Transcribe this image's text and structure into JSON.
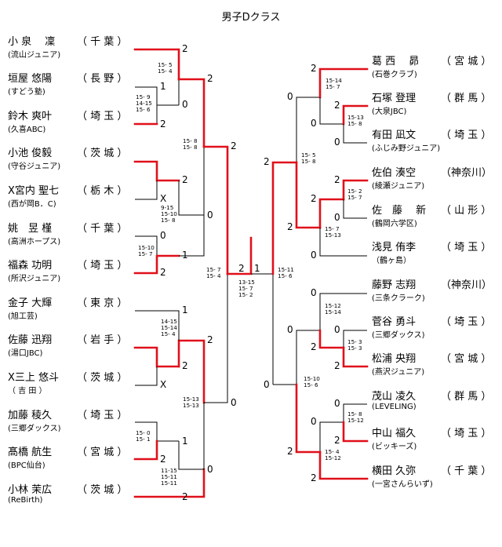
{
  "title": "男子Dクラス",
  "left_players": [
    {
      "name": "小 泉　 凜",
      "pref": "（ 千 葉 ）",
      "club": "(流山ジュニア)"
    },
    {
      "name": "垣屋 悠陽",
      "pref": "（ 長 野 ）",
      "club": "(すどう塾)"
    },
    {
      "name": "鈴木 爽叶",
      "pref": "（ 埼 玉 ）",
      "club": "(久喜ABC)"
    },
    {
      "name": "小池 俊毅",
      "pref": "（ 茨 城 ）",
      "club": "(守谷ジュニア)"
    },
    {
      "name": "X宮内 聖七",
      "pref": "（ 栃 木 ）",
      "club": "(西が岡B．C)"
    },
    {
      "name": "姚　昱 槿",
      "pref": "（ 千 葉 ）",
      "club": "(高洲ホープス)"
    },
    {
      "name": "福森 功明",
      "pref": "（ 埼 玉 ）",
      "club": "(所沢ジュニア)"
    },
    {
      "name": "金子 大輝",
      "pref": "（ 東 京 ）",
      "club": "(旭工芸)"
    },
    {
      "name": "佐藤 迅翔",
      "pref": "（ 岩 手 ）",
      "club": "(湯口JBC)"
    },
    {
      "name": "X三上 悠斗",
      "pref": "（ 茨 城 ）",
      "club": "（ 吉 田 ）"
    },
    {
      "name": "加藤 稜久",
      "pref": "（ 埼 玉 ）",
      "club": "(三郷ダックス)"
    },
    {
      "name": "髙橋 航生",
      "pref": "（ 宮 城 ）",
      "club": "(BPC仙台)"
    },
    {
      "name": "小林 茉広",
      "pref": "（ 茨 城 ）",
      "club": "(ReBirth)"
    }
  ],
  "right_players": [
    {
      "name": "葛 西　 昴",
      "pref": "（ 宮 城 ）",
      "club": "(石巻クラブ)"
    },
    {
      "name": "石塚 登理",
      "pref": "（ 群 馬 ）",
      "club": "(大泉JBC)"
    },
    {
      "name": "有田 凪文",
      "pref": "（ 埼 玉 ）",
      "club": "(ふじみ野ジュニア)"
    },
    {
      "name": "佐伯 湊空",
      "pref": "（神奈川）",
      "club": "(綾瀬ジュニア)"
    },
    {
      "name": "佐　藤　 新",
      "pref": "（ 山 形 ）",
      "club": "(鶴岡六学区)"
    },
    {
      "name": "浅見 侑李",
      "pref": "（ 埼 玉 ）",
      "club": "（鶴ヶ島）"
    },
    {
      "name": "藤野 志翔",
      "pref": "（神奈川）",
      "club": "(三条クラーク)"
    },
    {
      "name": "菅谷 勇斗",
      "pref": "（ 埼 玉 ）",
      "club": "(三郷ダックス)"
    },
    {
      "name": "松浦 央翔",
      "pref": "（ 宮 城 ）",
      "club": "(燕沢ジュニア)"
    },
    {
      "name": "茂山 凌久",
      "pref": "（ 群 馬 ）",
      "club": "(LEVELING)"
    },
    {
      "name": "中山 福久",
      "pref": "（ 埼 玉 ）",
      "club": "(ビッキーズ)"
    },
    {
      "name": "横田 久弥",
      "pref": "（ 千 葉 ）",
      "club": "(一宮さんらいず)"
    }
  ],
  "results": {
    "L1": "2",
    "L2_1": "1",
    "L2_2": "2",
    "L3_1": "0",
    "L3_2": "2",
    "L4": "2",
    "L5_1": "X",
    "L5_2": "2",
    "L6_1": "0",
    "L6_2": "0",
    "L7": "1",
    "L7_2": "2",
    "L8": "1",
    "L9": "2",
    "L9_2": "2",
    "L10": "X",
    "L11": "2",
    "L11_2": "1",
    "L12": "2",
    "L12_2": "0",
    "L13": "2",
    "LQ": "0",
    "LSF1": "2",
    "LSF2": "0",
    "LF": "2",
    "RF": "1",
    "RSF1": "2",
    "RSF2": "0",
    "R1": "2",
    "R2": "0",
    "R3": "2",
    "R4": "0",
    "R5": "2",
    "R6": "0",
    "R7": "2",
    "R8": "0",
    "R9": "2",
    "R10": "0",
    "R11": "0",
    "R12": "2",
    "R13": "0",
    "R14": "2",
    "R15": "0",
    "R16": "2",
    "R17": "0",
    "R18": "2",
    "R19": "0",
    "R20": "2",
    "R21": "2",
    "R22": "0",
    "R23": "2"
  },
  "scores": {
    "m1": "15- 5\n15- 4",
    "m2": "15- 9\n14-15\n15- 6",
    "m3": "15- 8\n15- 8",
    "m4": "9-15\n15-10\n15- 8",
    "m5": "15-10\n15- 7",
    "m6": "15- 7\n15- 4",
    "m7": "14-15\n15-14\n15- 4",
    "m8": "15-13\n15-13",
    "m9": "15- 0\n15- 1",
    "m10": "11-15\n15-11\n15-11",
    "final": "13-15\n15- 7\n15- 2",
    "r1": "15-14\n15- 7",
    "r2": "15-13\n15- 8",
    "r3": "15- 5\n15- 8",
    "r4": "15- 2\n15- 7",
    "r5": "15- 7\n15-13",
    "r6": "15-11\n15- 6",
    "r7": "15-12\n15-14",
    "r8": "15- 3\n15- 3",
    "r9": "15-10\n15- 6",
    "r10": "15- 8\n15-12",
    "r11": "15- 4\n15-12"
  }
}
